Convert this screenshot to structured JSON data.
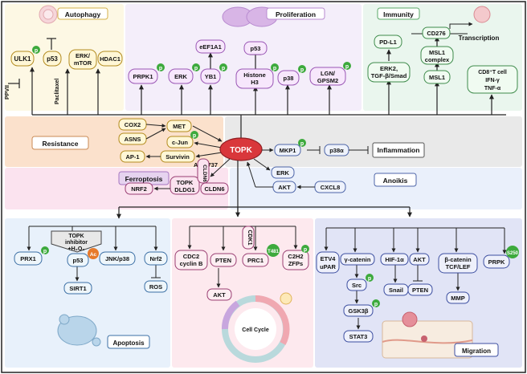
{
  "panels": {
    "autophagy": {
      "title": "Autophagy",
      "ulk1": "ULK1",
      "p53": "p53",
      "erk_mtor": [
        "ERK/",
        "mTOR"
      ],
      "hdac1": "HDAC1",
      "ppvii": "PPVII",
      "paclitaxel": "Paclitaxel"
    },
    "proliferation": {
      "title": "Proliferation",
      "prpk1": "PRPK1",
      "erk": "ERK",
      "yb1": "YB1",
      "eef1a1": "eEF1A1",
      "p53": "p53",
      "histone": [
        "Histone",
        "H3"
      ],
      "p38": "p38",
      "lgn": [
        "LGN/",
        "GPSM2"
      ]
    },
    "immunity": {
      "title": "Immunity",
      "pdl1": "PD-L1",
      "erk2": [
        "ERK2,",
        "TGF-β/Smad"
      ],
      "cd276": "CD276",
      "msl1_complex": [
        "MSL1",
        "complex"
      ],
      "msl1": "MSL1",
      "cd8": [
        "CD8⁺T cell",
        "IFN-γ",
        "TNF-α"
      ],
      "transcription": "Transcription"
    },
    "resistance": {
      "title": "Resistance",
      "cox2": "COX2",
      "asns": "ASNS",
      "met": "MET",
      "cjun": "c-Jun",
      "ap1": "AP-1",
      "survivin": "Survivin",
      "abt": "ABT-737"
    },
    "center": {
      "topk": "TOPK"
    },
    "inflammation": {
      "title": "Inflammation",
      "mkp1": "MKP1",
      "p38a": "p38α"
    },
    "ferroptosis": {
      "title": "Ferroptosis",
      "nrf2": "NRF2",
      "topk": "TOPK",
      "dldg1": "DLDG1",
      "cldn6_box": "CLDN6",
      "cldn6_vert": "CLDN6"
    },
    "anoikis": {
      "title": "Anoikis",
      "erk": "ERK",
      "akt": "AKT",
      "cxcl8": "CXCL8"
    },
    "apoptosis": {
      "title": "Apoptosis",
      "inhibitor": [
        "TOPK",
        "inhibitor",
        "+H₂O₂"
      ],
      "prx1": "PRX1",
      "p53": "p53",
      "ac": "Ac",
      "jnk": "JNK/p38",
      "nrf2": "Nrf2",
      "sirt1": "SIRT1",
      "ros": "ROS"
    },
    "middle": {
      "cdc2": [
        "CDC2",
        "cyclin B"
      ],
      "pten": "PTEN",
      "cdk1": "CDK1",
      "prc1": "PRC1",
      "t481": "T481",
      "c2h2": [
        "C2H2",
        "ZFPs"
      ],
      "akt": "AKT",
      "cellcycle": "Cell Cycle"
    },
    "migration": {
      "title": "Migration",
      "etv4": [
        "ETV4",
        "uPAR"
      ],
      "gcatenin": "γ-catenin",
      "hif": "HIF-1α",
      "akt": "AKT",
      "bcatenin": [
        "β-catenin",
        "TCF/LEF"
      ],
      "prpk": "PRPK",
      "s250": "S250",
      "src": "Src",
      "snail": "Snail",
      "pten": "PTEN",
      "mmp": "MMP",
      "gsk3b": "GSK3β",
      "stat3": "STAT3"
    }
  },
  "phospho_label": "p",
  "colors": {
    "autophagy_bg": "#fdf8e4",
    "proliferation_bg": "#f4eefa",
    "immunity_bg": "#eaf6ee",
    "resistance_bg": "#fbe1cc",
    "inflammation_bg": "#e9e9e9",
    "ferroptosis_bg": "#fbe3ef",
    "anoikis_bg": "#eaf0fb",
    "apoptosis_bg": "#e8f1fb",
    "middle_bg": "#fde9ee",
    "migration_bg": "#e1e4f6",
    "topk": "#d9373b",
    "phospho": "#3daa3d"
  }
}
